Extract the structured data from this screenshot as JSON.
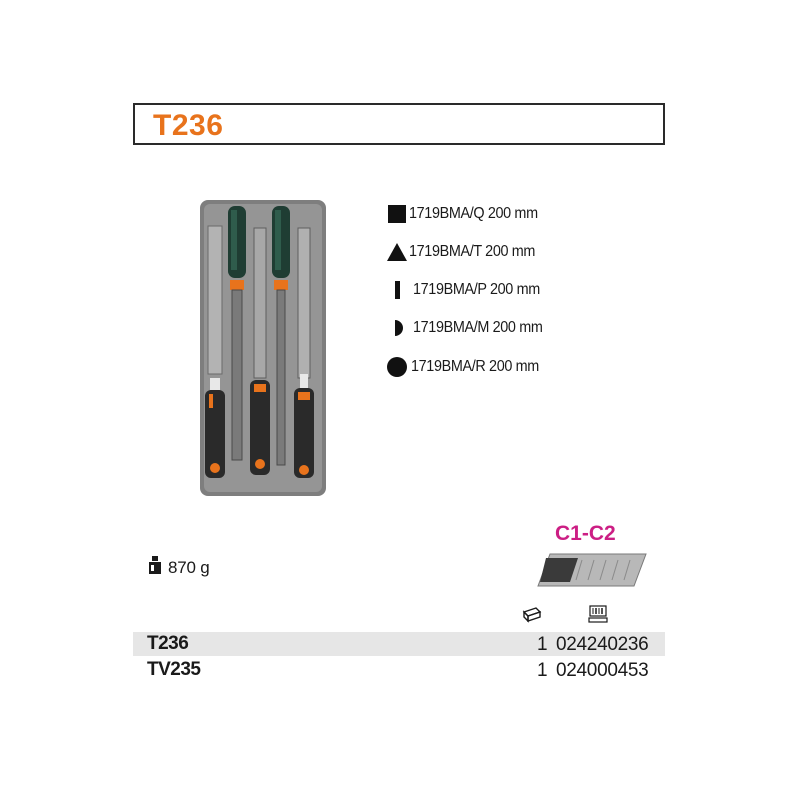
{
  "header": {
    "title": "T236"
  },
  "legend": {
    "items": [
      {
        "shape": "square-icon",
        "text": "1719BMA/Q 200 mm"
      },
      {
        "shape": "triangle-icon",
        "text": "1719BMA/T  200 mm"
      },
      {
        "shape": "flat-bar-icon",
        "text": "1719BMA/P  200 mm"
      },
      {
        "shape": "half-round-icon",
        "text": "1719BMA/M 200 mm"
      },
      {
        "shape": "circle-icon",
        "text": "1719BMA/R 200 mm"
      }
    ]
  },
  "configurations": {
    "label": "C1-C2"
  },
  "weight": {
    "icon": "weight-icon",
    "text": "870 g"
  },
  "column_icons": [
    "tray-pack-icon",
    "barcode-icon"
  ],
  "codes": [
    {
      "name": "T236",
      "qty": "1",
      "code": "024240236"
    },
    {
      "name": "TV235",
      "qty": "1",
      "code": "024000453"
    }
  ],
  "colors": {
    "title": "#e8731c",
    "config": "#cc1e84",
    "row_shade": "#e6e6e6"
  }
}
